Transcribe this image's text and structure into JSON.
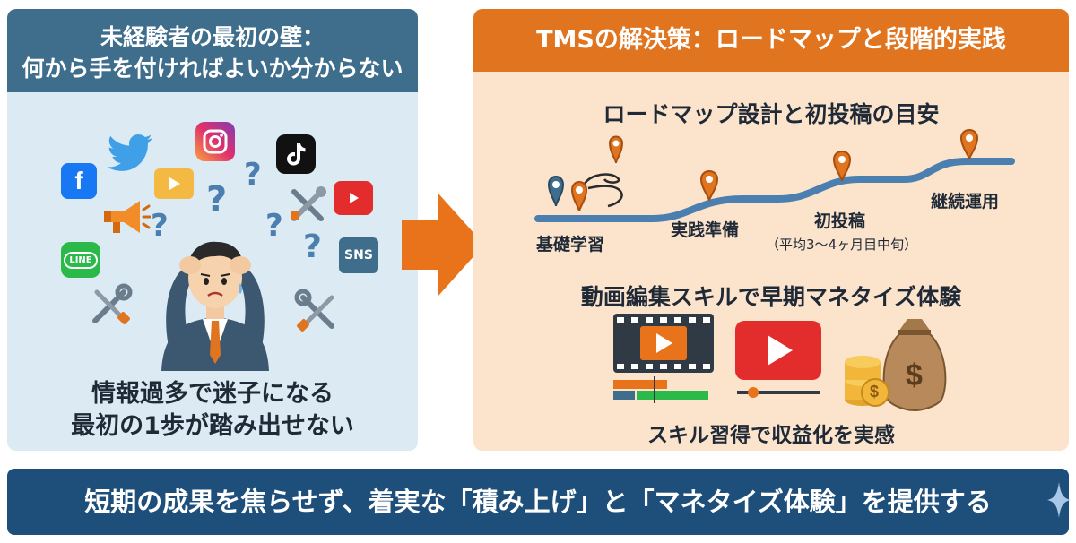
{
  "left": {
    "header_line1": "未経験者の最初の壁：",
    "header_line2": "何から手を付ければよいか分からない",
    "caption_line1": "情報過多で迷子になる",
    "caption_line2": "最初の1歩が踏み出せない",
    "icons": {
      "line": "LINE",
      "sns": "SNS",
      "facebook": "f",
      "question": "?"
    }
  },
  "right": {
    "header": "TMSの解決策：ロードマップと段階的実践",
    "roadmap_title": "ロードマップ設計と初投稿の目安",
    "stages": [
      {
        "label": "基礎学習"
      },
      {
        "label": "実践準備"
      },
      {
        "label": "初投稿",
        "note": "（平均3〜4ヶ月目中旬）"
      },
      {
        "label": "継続運用"
      }
    ],
    "skill_title": "動画編集スキルで早期マネタイズ体験",
    "skill_caption": "スキル習得で収益化を実感",
    "money_symbol": "$"
  },
  "banner": {
    "text": "短期の成果を焦らせず、着実な「積み上げ」と「マネタイズ体験」を提供する"
  },
  "colors": {
    "left_header": "#3f6e8c",
    "left_bg": "#dbeaf3",
    "right_header": "#e0741f",
    "right_bg": "#fbe3cc",
    "banner": "#1e4f7a",
    "arrow": "#e8731a",
    "road": "#4a7fb0",
    "pin_orange": "#e0741f",
    "pin_blue": "#3f6e8c"
  }
}
